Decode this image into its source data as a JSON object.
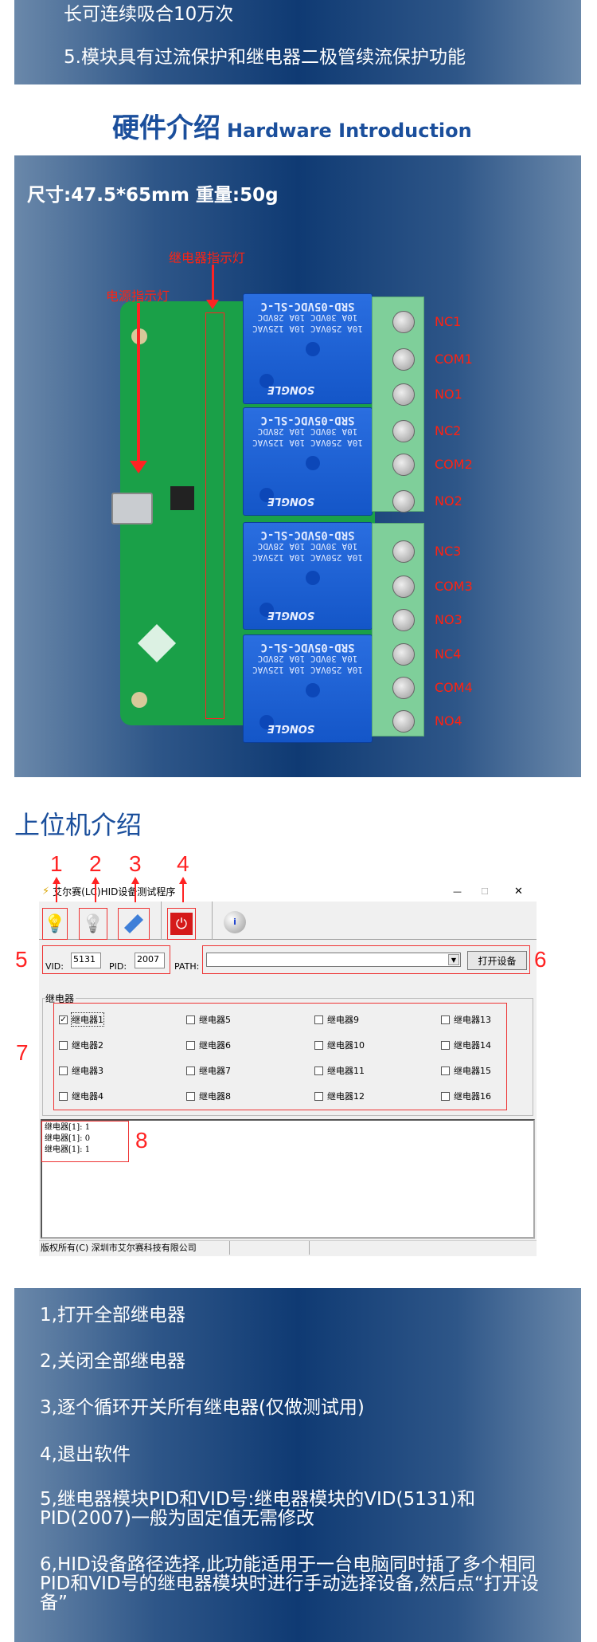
{
  "top_banner": {
    "line_partial": "长可连续吸合10万次",
    "line5": "5.模块具有过流保护和继电器二极管续流保护功能"
  },
  "hardware": {
    "title_cn": "硬件介绍",
    "title_en": "Hardware Introduction",
    "spec": "尺寸:47.5*65mm  重量:50g",
    "annotation_relay_led": "继电器指示灯",
    "annotation_power_led": "电源指示灯",
    "relay_model": "SRD-05VDC-SL-C",
    "relay_rating1": "10A 250VAC  10A 125VAC",
    "relay_rating2": "10A 30VDC  10A 28VDC",
    "relay_brand": "SONGLE",
    "terminals": [
      "NC1",
      "COM1",
      "NO1",
      "NC2",
      "COM2",
      "NO2",
      "NC3",
      "COM3",
      "NO3",
      "NC4",
      "COM4",
      "NO4"
    ]
  },
  "software": {
    "title": "上位机介绍",
    "markers": [
      "1",
      "2",
      "3",
      "4",
      "5",
      "6",
      "7",
      "8"
    ],
    "window_title": "艾尔赛(LC)HID设备测试程序",
    "vid_label": "VID:",
    "vid_value": "5131",
    "pid_label": "PID:",
    "pid_value": "2007",
    "path_label": "PATH:",
    "path_value": "",
    "open_button": "打开设备",
    "group_label": "继电器",
    "relays": [
      "继电器1",
      "继电器2",
      "继电器3",
      "继电器4",
      "继电器5",
      "继电器6",
      "继电器7",
      "继电器8",
      "继电器9",
      "继电器10",
      "继电器11",
      "继电器12",
      "继电器13",
      "继电器14",
      "继电器15",
      "继电器16"
    ],
    "checked": [
      true,
      false,
      false,
      false,
      false,
      false,
      false,
      false,
      false,
      false,
      false,
      false,
      false,
      false,
      false,
      false
    ],
    "log": [
      "继电器[1]: 1",
      "继电器[1]: 0",
      "继电器[1]: 1"
    ],
    "status": "版权所有(C) 深圳市艾尔赛科技有限公司"
  },
  "notes": [
    "1,打开全部继电器",
    "2,关闭全部继电器",
    "3,逐个循环开关所有继电器(仅做测试用)",
    "4,退出软件",
    "5,继电器模块PID和VID号:继电器模块的VID(5131)和PID(2007)一般为固定值无需修改",
    "6,HID设备路径选择,此功能适用于一台电脑同时插了多个相同PID和VID号的继电器模块时进行手动选择设备,然后点“打开设备”"
  ]
}
